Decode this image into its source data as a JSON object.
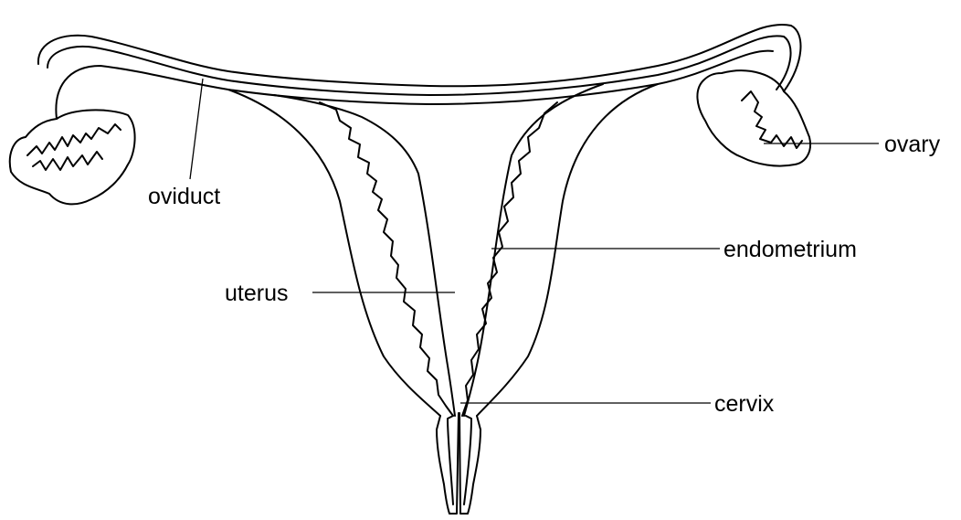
{
  "labels": {
    "oviduct": "oviduct",
    "ovary": "ovary",
    "endometrium": "endometrium",
    "uterus": "uterus",
    "cervix": "cervix"
  }
}
